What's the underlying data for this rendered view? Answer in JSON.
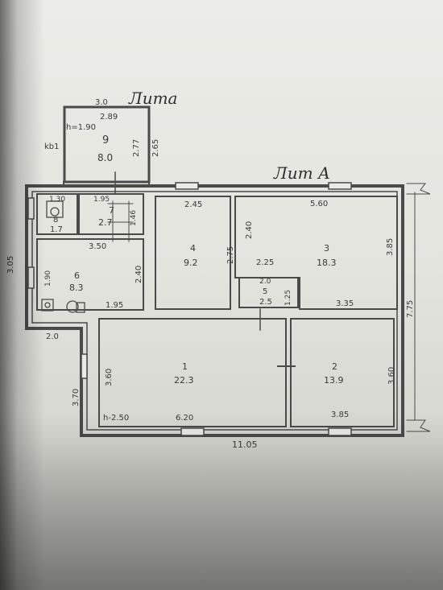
{
  "headings": {
    "lit_a_small": "Лита",
    "lit_a_main": "Лит А"
  },
  "annex_labels": {
    "width_top": "3.0",
    "width_inner": "2.89",
    "height_mark": "h=1.90",
    "room_no": "9",
    "room_area": "8.0",
    "side_a": "2.77",
    "side_b": "2.65",
    "left_mark": "kb1"
  },
  "rooms": [
    {
      "no": "1",
      "area": "22.3"
    },
    {
      "no": "2",
      "area": "13.9"
    },
    {
      "no": "3",
      "area": "18.3"
    },
    {
      "no": "4",
      "area": "9.2"
    },
    {
      "no": "5",
      "area": "2.5"
    },
    {
      "no": "6",
      "area": "8.3"
    },
    {
      "no": "7",
      "area": "2.7"
    },
    {
      "no": "8",
      "area": "1.7"
    }
  ],
  "dimensions": {
    "d1_30": "1.30",
    "d1_95": "1.95",
    "d1_46": "1.46",
    "d3_50": "3.50",
    "d2_45": "2.45",
    "d5_60": "5.60",
    "d2_40_a": "2.40",
    "d2_75": "2.75",
    "d2_25": "2.25",
    "d3_85_right": "3.85",
    "d3_05": "3.05",
    "d1_90": "1.90",
    "d2_40_b": "2.40",
    "d1_95_b": "1.95",
    "d2_0": "2.0",
    "d1_25": "1.25",
    "d3_35": "3.35",
    "d7_75": "7.75",
    "d2_0_left": "2.0",
    "d3_60_left": "3.60",
    "d3_70": "3.70",
    "d3_60_right": "3.60",
    "h_mark": "h-2.50",
    "d6_20": "6.20",
    "d3_85_bottom": "3.85",
    "d11_05": "11.05"
  }
}
